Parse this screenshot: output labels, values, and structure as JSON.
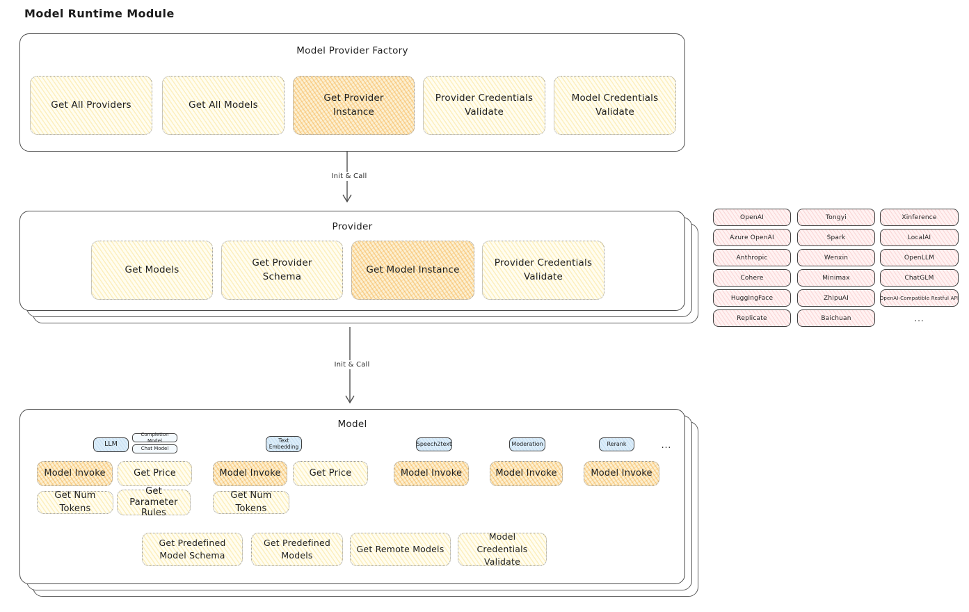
{
  "title": "Model Runtime Module",
  "colors": {
    "yellow_node_fill": "#fffdf0",
    "yellow_hatch": "#f9d76e",
    "orange_node_fill": "#fcf0d2",
    "orange_hatch": "#f5aa3c",
    "pink_chip_fill": "#fff2f2",
    "pink_hatch": "#ec9696",
    "blue_tag_fill": "#dcedf9",
    "panel_border": "#4b4b4b",
    "dotted_border": "#949494"
  },
  "arrow1": {
    "label": "Init & Call"
  },
  "arrow2": {
    "label": "Init & Call"
  },
  "factory": {
    "title": "Model Provider Factory",
    "nodes": [
      "Get All Providers",
      "Get All Models",
      "Get Provider Instance",
      "Provider Credentials Validate",
      "Model Credentials Validate"
    ],
    "highlighted_node": "Get Provider Instance"
  },
  "provider": {
    "title": "Provider",
    "nodes": [
      "Get Models",
      "Get Provider Schema",
      "Get Model Instance",
      "Provider Credentials Validate"
    ],
    "highlighted_node": "Get Model Instance"
  },
  "providers_grid": {
    "items": [
      "OpenAI",
      "Tongyi",
      "Xinference",
      "Azure OpenAI",
      "Spark",
      "LocalAI",
      "Anthropic",
      "Wenxin",
      "OpenLLM",
      "Cohere",
      "Minimax",
      "ChatGLM",
      "HuggingFace",
      "ZhipuAI",
      "OpenAI-Compatible Restful API",
      "Replicate",
      "Baichuan"
    ],
    "more": "..."
  },
  "model": {
    "title": "Model",
    "tags": {
      "llm": "LLM",
      "completion_model": "Completion Model",
      "chat_model": "Chat Model",
      "text_embedding": "Text Embedding",
      "speech2text": "Speech2text",
      "moderation": "Moderation",
      "rerank": "Rerank",
      "more": "..."
    },
    "row1": [
      "Model Invoke",
      "Get Price",
      "Model Invoke",
      "Get Price",
      "Model Invoke",
      "Model Invoke",
      "Model Invoke"
    ],
    "row2": [
      "Get Num Tokens",
      "Get Parameter Rules",
      "Get Num Tokens"
    ],
    "row3": [
      "Get Predefined Model Schema",
      "Get Predefined Models",
      "Get Remote Models",
      "Model Credentials Validate"
    ]
  }
}
